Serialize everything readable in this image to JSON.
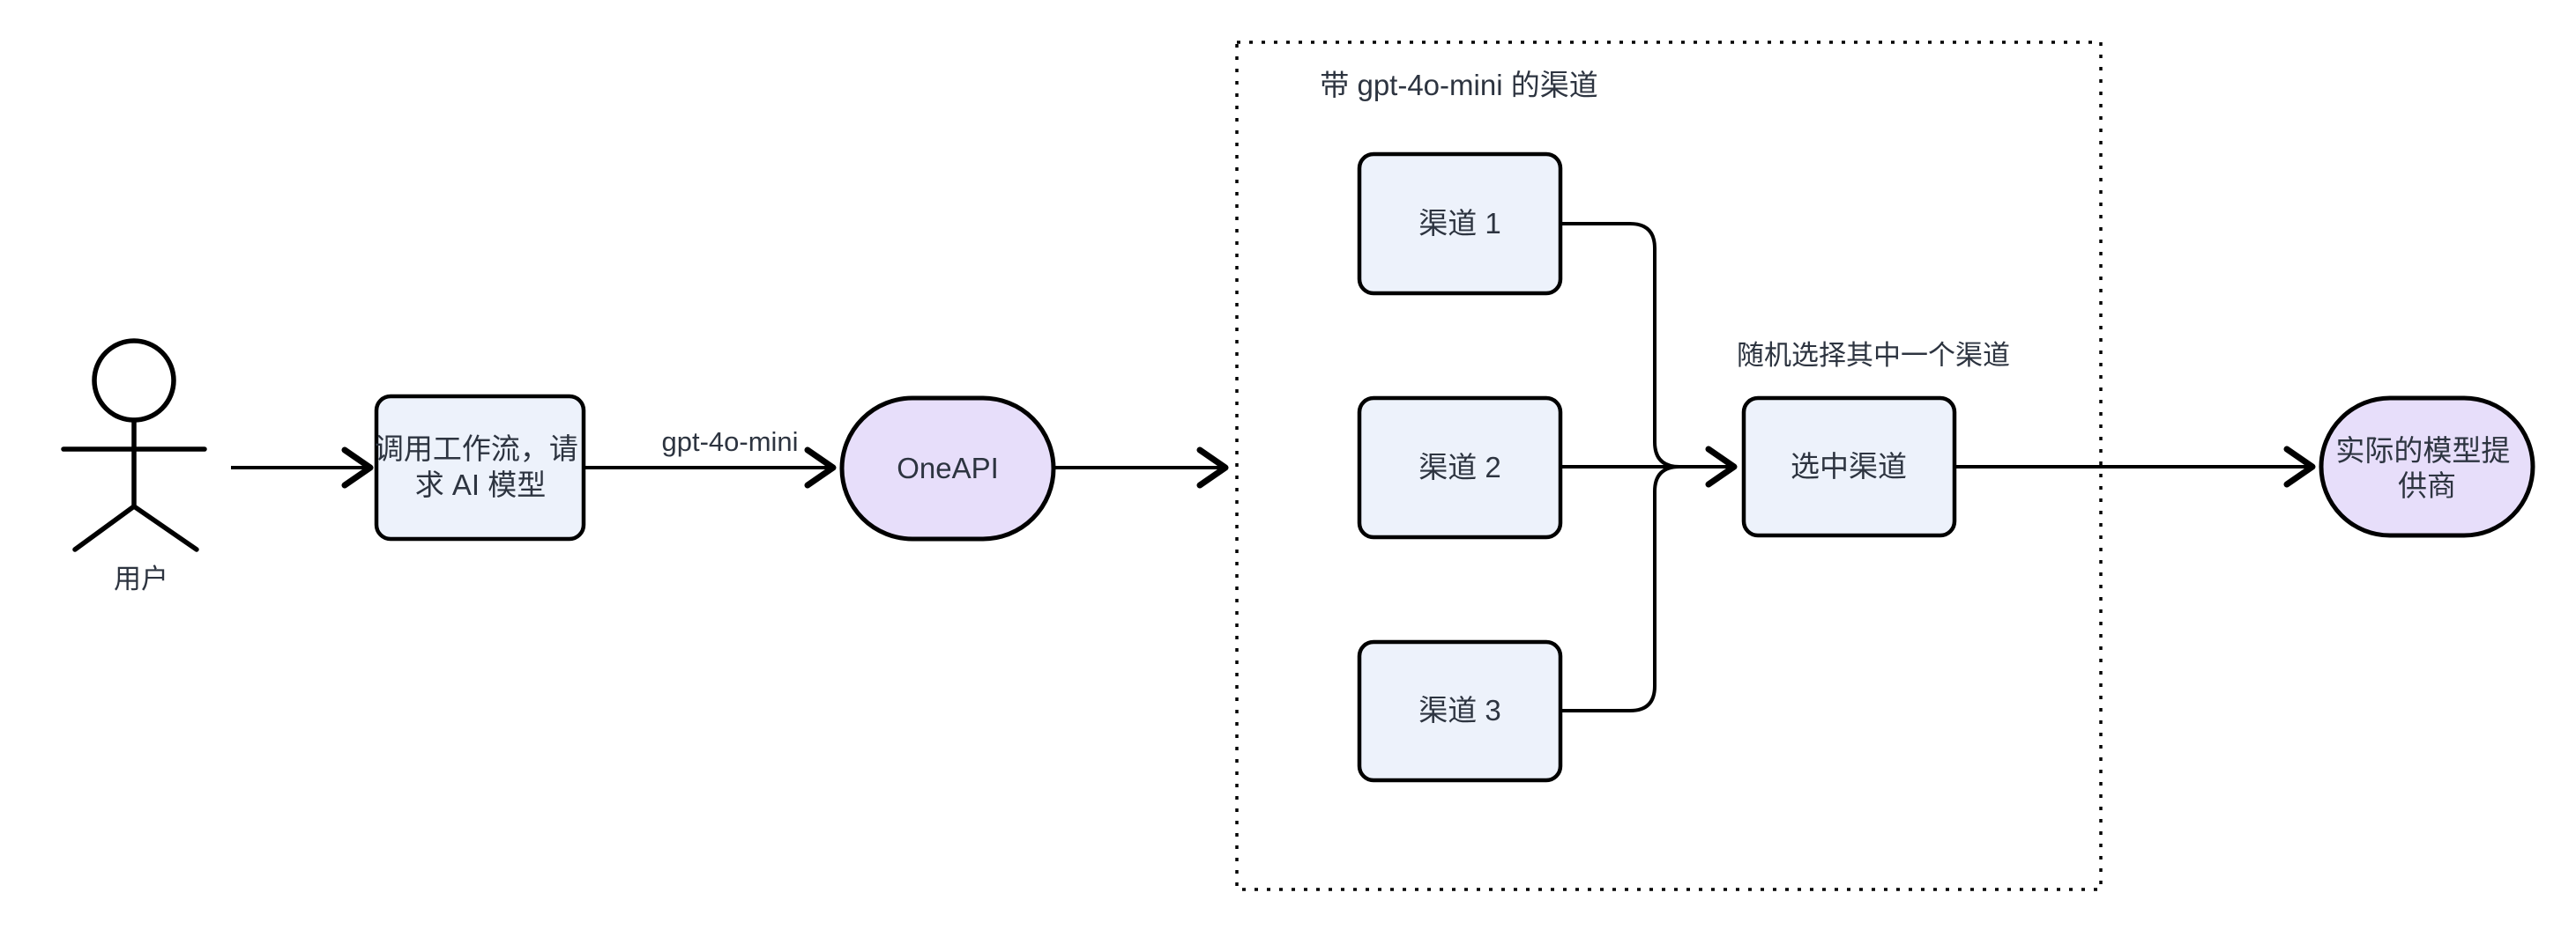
{
  "diagram": {
    "actor": {
      "label": "用户"
    },
    "nodes": {
      "workflow": {
        "line1": "调用工作流，请",
        "line2": "求 AI 模型"
      },
      "oneapi": {
        "label": "OneAPI"
      },
      "channel1": {
        "label": "渠道 1"
      },
      "channel2": {
        "label": "渠道 2"
      },
      "channel3": {
        "label": "渠道 3"
      },
      "selected": {
        "label": "选中渠道"
      },
      "provider": {
        "line1": "实际的模型提",
        "line2": "供商"
      }
    },
    "labels": {
      "model": "gpt-4o-mini",
      "random_pick": "随机选择其中一个渠道",
      "subgraph_title": "带 gpt-4o-mini 的渠道"
    },
    "colors": {
      "background": "#ffffff",
      "node_fill": "#edf2fb",
      "stadium_fill": "#e7defa",
      "line": "#000000",
      "text": "#2d3440"
    }
  }
}
